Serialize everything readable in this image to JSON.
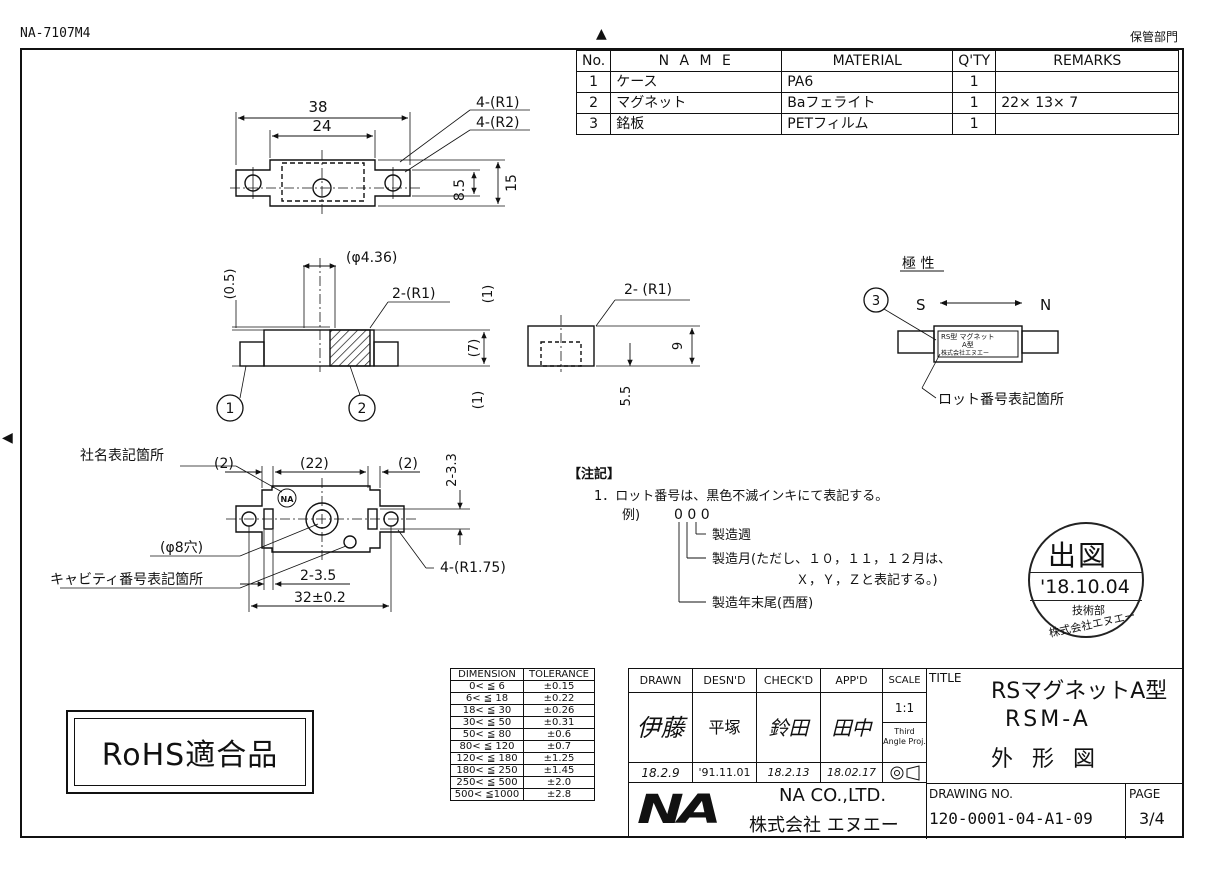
{
  "header": {
    "doc_code": "NA-7107M4",
    "custody": "保管部門",
    "top_marker": "▲",
    "left_marker": "◀"
  },
  "parts_table": {
    "headers": [
      "No.",
      "N A M E",
      "MATERIAL",
      "Q'TY",
      "REMARKS"
    ],
    "rows": [
      [
        "1",
        "ケース",
        "PA6",
        "1",
        ""
      ],
      [
        "2",
        "マグネット",
        "Baフェライト",
        "1",
        "22× 13× 7"
      ],
      [
        "3",
        "銘板",
        "PETフィルム",
        "1",
        ""
      ]
    ]
  },
  "top_view": {
    "dim_overall": "38",
    "dim_inner": "24",
    "r1": "4-(R1)",
    "r2": "4-(R2)",
    "dim_h1": "8.5",
    "dim_h2": "15"
  },
  "front_view": {
    "phi": "(φ4.36)",
    "gap": "(0.5)",
    "r1": "2-(R1)",
    "d1": "(1)",
    "d7": "(7)",
    "d1b": "(1)",
    "balloon1": "1",
    "balloon2": "2"
  },
  "side_view": {
    "r1": "2- (R1)",
    "h9": "9",
    "h55": "5.5"
  },
  "polarity": {
    "title": "極 性",
    "s": "S",
    "n": "N",
    "balloon3": "3",
    "label_line1": "RS型 マグネット",
    "label_line2": "A型",
    "label_line3": "株式会社エヌエー",
    "lot_location": "ロット番号表記箇所"
  },
  "bottom_view": {
    "company_mark_loc": "社名表記箇所",
    "logo": "NA",
    "d2a": "(2)",
    "d22": "(22)",
    "d2b": "(2)",
    "d33": "2-3.3",
    "phi8": "(φ8穴)",
    "cavity_loc": "キャビティ番号表記箇所",
    "d35": "2-3.5",
    "d32": "32±0.2",
    "r175": "4-(R1.75)"
  },
  "notes": {
    "title": "【注記】",
    "line1": "1．ロット番号は、黒色不滅インキにて表記する。",
    "example": "例)",
    "digits": "0 0 0",
    "week": "製造週",
    "month": "製造月(ただし、１０，１１，１２月は、",
    "month2": "Ｘ，Ｙ，Ｚと表記する。)",
    "year": "製造年末尾(西暦)"
  },
  "stamp": {
    "title": "出図",
    "date": "'18.10.04",
    "dept": "技術部",
    "company": "株式会社エヌエー"
  },
  "rohs": "RoHS適合品",
  "tolerance": {
    "headers": [
      "DIMENSION",
      "TOLERANCE"
    ],
    "rows": [
      [
        "0< ≦ 6",
        "±0.15"
      ],
      [
        "6< ≦ 18",
        "±0.22"
      ],
      [
        "18< ≦ 30",
        "±0.26"
      ],
      [
        "30< ≦ 50",
        "±0.31"
      ],
      [
        "50< ≦ 80",
        "±0.6"
      ],
      [
        "80< ≦ 120",
        "±0.7"
      ],
      [
        "120< ≦ 180",
        "±1.25"
      ],
      [
        "180< ≦ 250",
        "±1.45"
      ],
      [
        "250< ≦ 500",
        "±2.0"
      ],
      [
        "500< ≦1000",
        "±2.8"
      ]
    ]
  },
  "title_block": {
    "drawn": "DRAWN",
    "desnd": "DESN'D",
    "checkd": "CHECK'D",
    "appd": "APP'D",
    "scale_label": "SCALE",
    "scale": "1:1",
    "proj": "Third Angle Proj.",
    "drawn_sig": "伊藤",
    "desn_sig": "平塚",
    "check_sig": "鈴田",
    "app_sig": "田中",
    "drawn_date": "18.2.9",
    "desn_date": "'91.11.01",
    "check_date": "18.2.13",
    "app_date": "18.02.17",
    "title_label": "TITLE",
    "title1": "RSマグネットA型",
    "title2": "RSM-A",
    "title3": "外 形 図",
    "company_logo": "NA",
    "company_en": "NA CO.,LTD.",
    "company_jp": "株式会社 エヌエー",
    "drawing_no_label": "DRAWING NO.",
    "drawing_no": "120-0001-04-A1-09",
    "page_label": "PAGE",
    "page": "3/4"
  }
}
